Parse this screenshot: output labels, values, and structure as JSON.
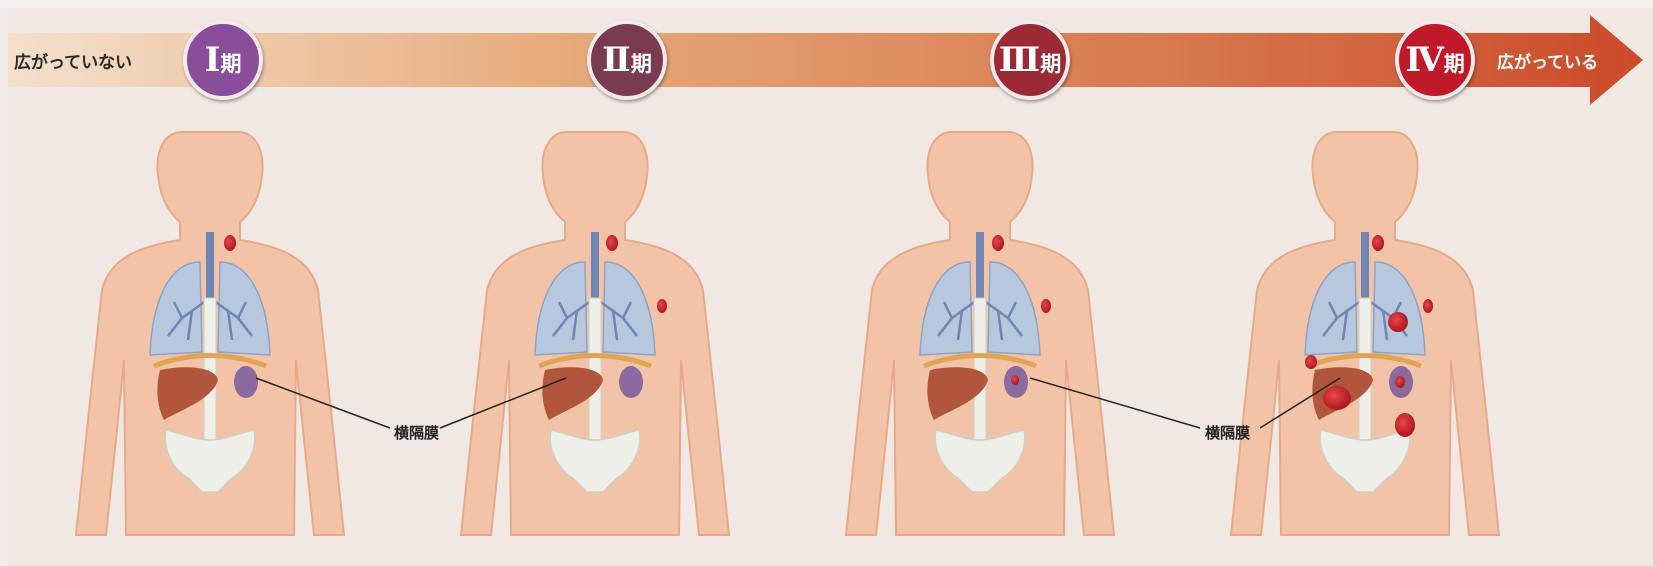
{
  "scale": {
    "left_label": "広がっていない",
    "right_label": "広がっている"
  },
  "stages": [
    {
      "numeral": "Ⅰ",
      "suffix": "期",
      "color": "#8a4d9a"
    },
    {
      "numeral": "Ⅱ",
      "suffix": "期",
      "color": "#7a3a4f"
    },
    {
      "numeral": "Ⅲ",
      "suffix": "期",
      "color": "#9b2a36"
    },
    {
      "numeral": "Ⅳ",
      "suffix": "期",
      "color": "#c0192a"
    }
  ],
  "labels": {
    "diaphragm_left": "横隔膜",
    "diaphragm_right": "横隔膜"
  },
  "colors": {
    "skin": "#f2c3a6",
    "skin_outline": "#e7a989",
    "lung": "#b7c7dd",
    "bronchi": "#6f85b3",
    "liver": "#b2553d",
    "spleen": "#8b6aa0",
    "tumor": "#c01f28",
    "bone": "#efefe9"
  }
}
